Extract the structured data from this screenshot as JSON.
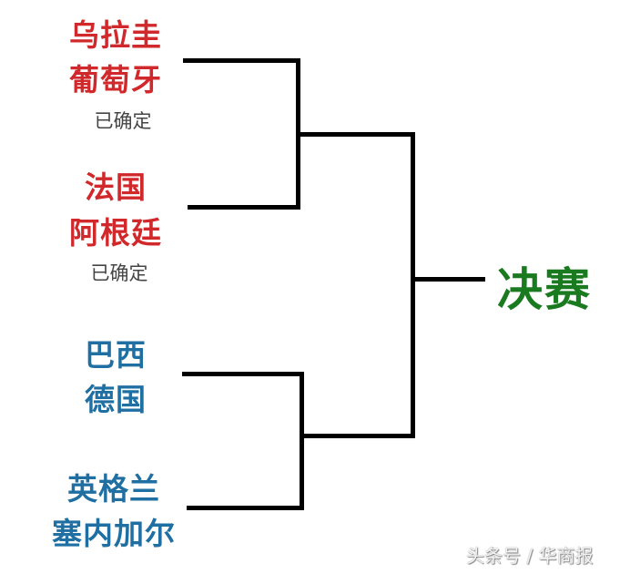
{
  "bracket": {
    "semifinal_1": {
      "match_a": {
        "team1": "乌拉圭",
        "team2": "葡萄牙",
        "status": "已确定"
      },
      "match_b": {
        "team1": "法国",
        "team2": "阿根廷",
        "status": "已确定"
      },
      "color": "#d0282b"
    },
    "semifinal_2": {
      "match_a": {
        "team1": "巴西",
        "team2": "德国"
      },
      "match_b": {
        "team1": "英格兰",
        "team2": "塞内加尔"
      },
      "color": "#1f6fa3"
    },
    "final": {
      "label": "决赛",
      "color": "#1a7a1f"
    }
  },
  "watermark": "头条号 / 华商报"
}
